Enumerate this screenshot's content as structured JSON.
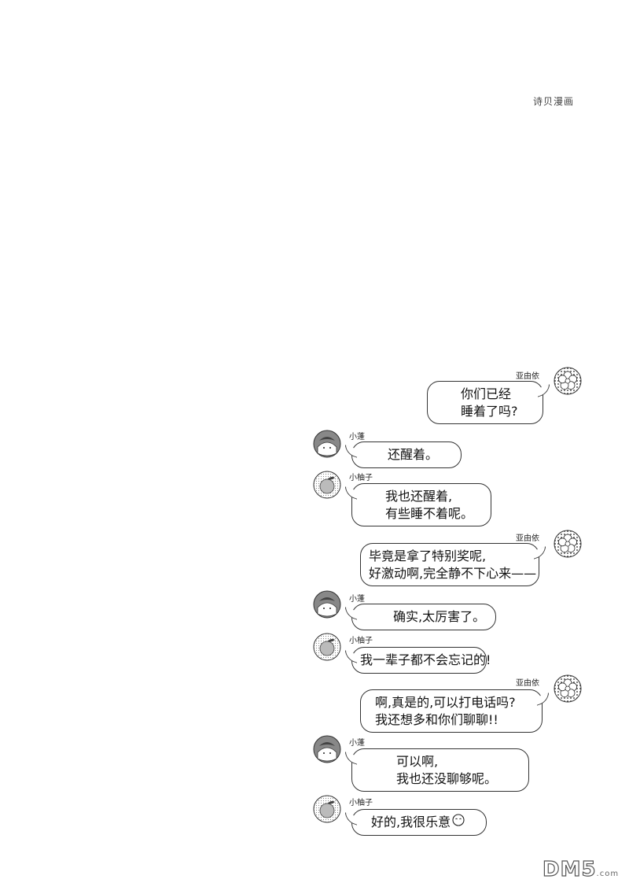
{
  "credit": "诗贝漫画",
  "messages": [
    {
      "sender": "亚由依",
      "side": "right",
      "lines": [
        "你们已经",
        "睡着了吗?"
      ]
    },
    {
      "sender": "小蓬",
      "side": "left",
      "lines": [
        "还醒着。"
      ]
    },
    {
      "sender": "小柚子",
      "side": "left",
      "lines": [
        "我也还醒着,",
        "有些睡不着呢。"
      ]
    },
    {
      "sender": "亚由依",
      "side": "right",
      "lines": [
        "毕竟是拿了特别奖呢,",
        "好激动啊,完全静不下心来——"
      ]
    },
    {
      "sender": "小蓬",
      "side": "left",
      "lines": [
        "确实,太厉害了。"
      ]
    },
    {
      "sender": "小柚子",
      "side": "left",
      "lines": [
        "我一辈子都不会忘记的!"
      ]
    },
    {
      "sender": "亚由依",
      "side": "right",
      "lines": [
        "啊,真是的,可以打电话吗?",
        "我还想多和你们聊聊!!"
      ]
    },
    {
      "sender": "小蓬",
      "side": "left",
      "lines": [
        "可以啊,",
        "我也还没聊够呢。"
      ]
    },
    {
      "sender": "小柚子",
      "side": "left",
      "lines": [
        "好的,我很乐意"
      ]
    }
  ],
  "logo": {
    "main": "DM5",
    "suffix": ".com"
  },
  "icons": {
    "ayui": "flower-avatar-icon",
    "xiaopeng": "pompadour-avatar-icon",
    "xiaoyouzi": "citrus-avatar-icon",
    "emoji": "smile-emoji-icon"
  }
}
